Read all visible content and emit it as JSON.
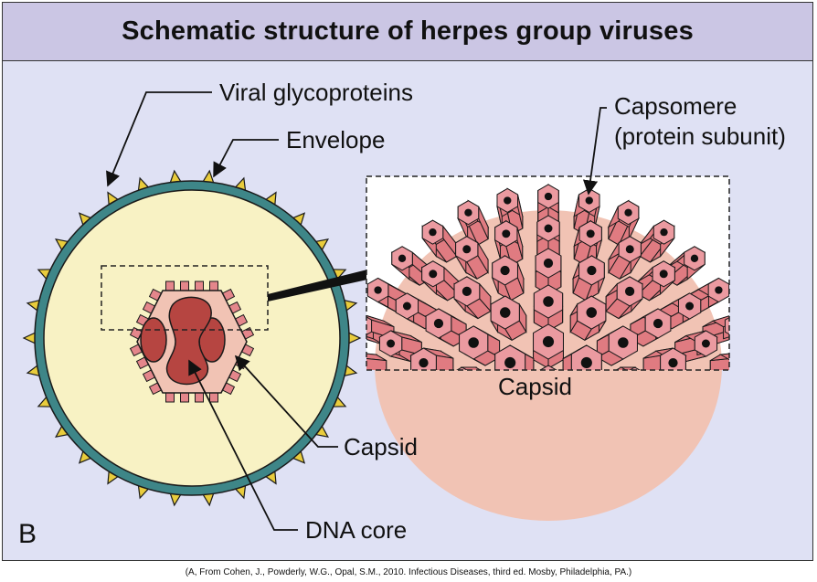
{
  "title": "Schematic structure of herpes group viruses",
  "panel_letter": "B",
  "labels": {
    "viral_glycoproteins": "Viral glycoproteins",
    "envelope": "Envelope",
    "capsomere_line1": "Capsomere",
    "capsomere_line2": "(protein subunit)",
    "capsid_inset": "Capsid",
    "capsid": "Capsid",
    "dna_core": "DNA core"
  },
  "citation": "(A, From Cohen, J., Powderly, W.G., Opal, S.M., 2010. Infectious Diseases, third ed. Mosby, Philadelphia, PA.)",
  "colors": {
    "background": "#dfe1f4",
    "title_bar": "#cbc6e4",
    "envelope_ring": "#3e8688",
    "interior": "#f8f2c4",
    "spikes": "#e9cc3c",
    "capsid_fill": "#f1c3b4",
    "capsomere": "#e4868b",
    "dna_core": "#b64541"
  }
}
